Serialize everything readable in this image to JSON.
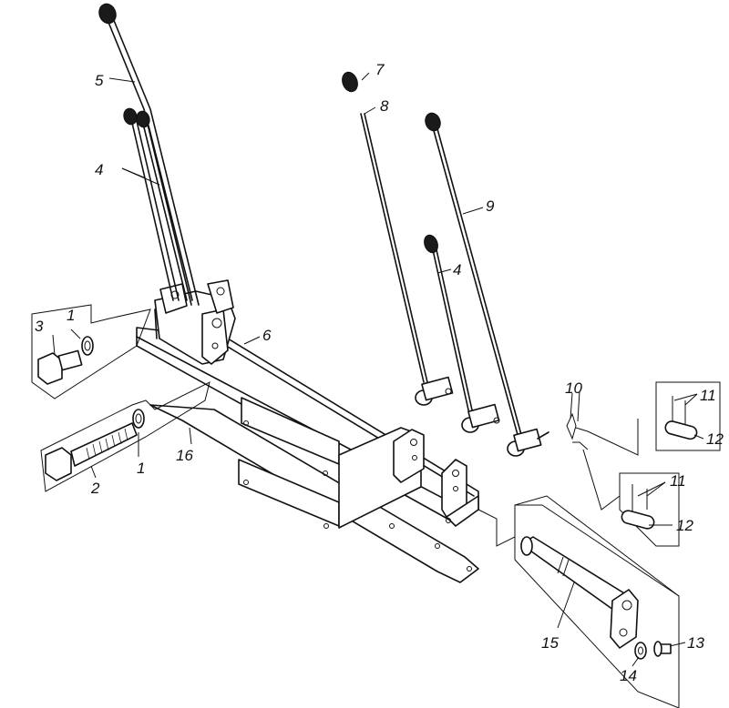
{
  "callouts": [
    {
      "id": "c1a",
      "text": "1"
    },
    {
      "id": "c1b",
      "text": "1"
    },
    {
      "id": "c2",
      "text": "2"
    },
    {
      "id": "c3",
      "text": "3"
    },
    {
      "id": "c4a",
      "text": "4"
    },
    {
      "id": "c4b",
      "text": "4"
    },
    {
      "id": "c5",
      "text": "5"
    },
    {
      "id": "c6",
      "text": "6"
    },
    {
      "id": "c7",
      "text": "7"
    },
    {
      "id": "c8",
      "text": "8"
    },
    {
      "id": "c9",
      "text": "9"
    },
    {
      "id": "c10",
      "text": "10"
    },
    {
      "id": "c11a",
      "text": "11"
    },
    {
      "id": "c11b",
      "text": "11"
    },
    {
      "id": "c12a",
      "text": "12"
    },
    {
      "id": "c12b",
      "text": "12"
    },
    {
      "id": "c13",
      "text": "13"
    },
    {
      "id": "c14",
      "text": "14"
    },
    {
      "id": "c15",
      "text": "15"
    },
    {
      "id": "c16",
      "text": "16"
    }
  ]
}
